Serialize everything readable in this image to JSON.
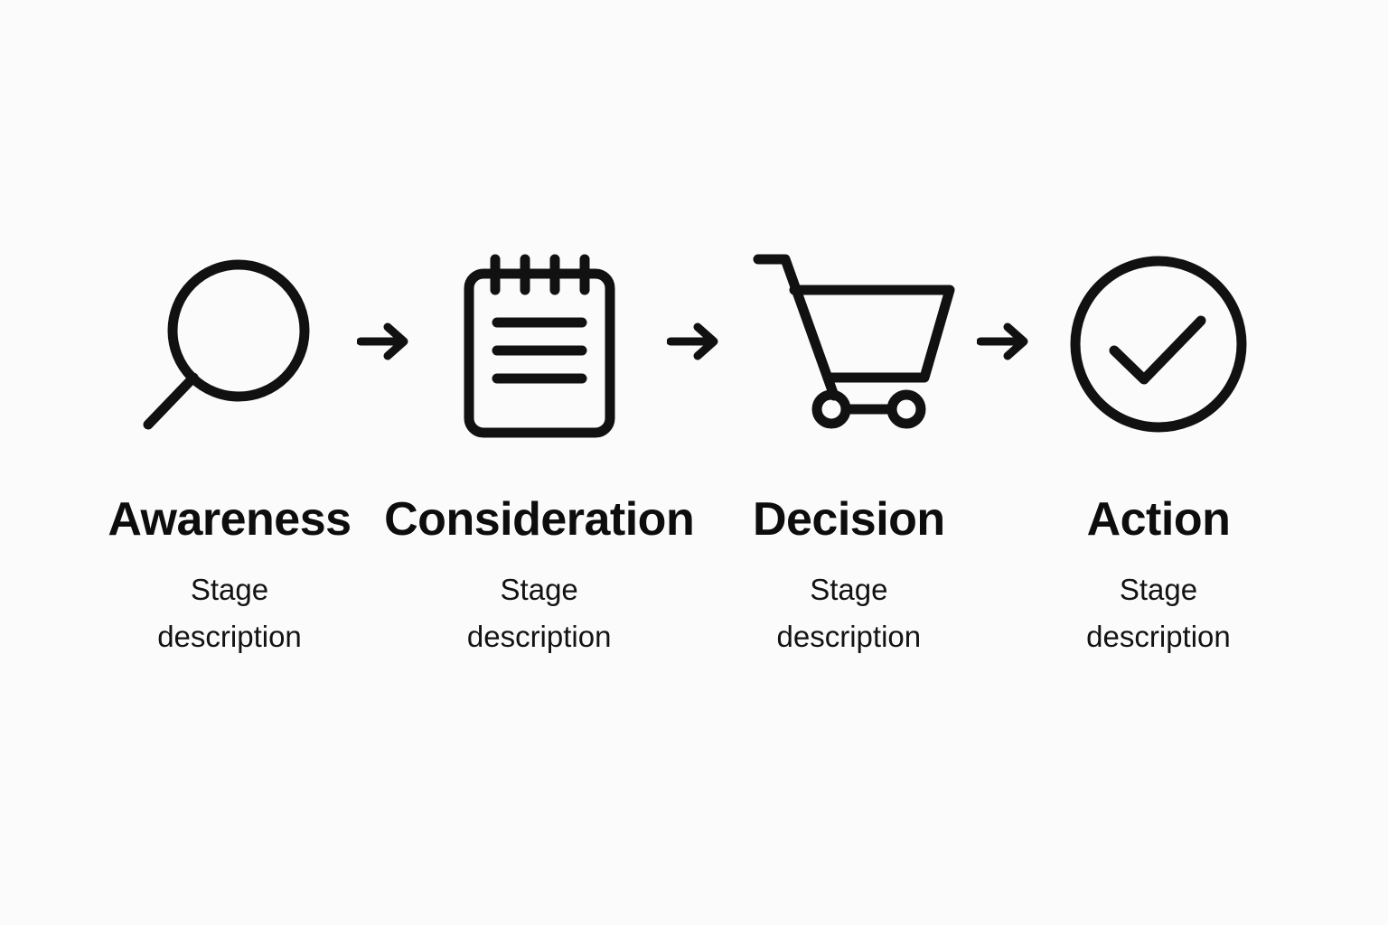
{
  "diagram": {
    "type": "horizontal-funnel-flow",
    "background_color": "#fbfbfb",
    "stroke_color": "#111111",
    "stage_count": 4,
    "stages": [
      {
        "icon": "magnifying-glass-icon",
        "title": "Awareness",
        "description": "Stage description"
      },
      {
        "icon": "notepad-icon",
        "title": "Consideration",
        "description": "Stage description"
      },
      {
        "icon": "shopping-cart-icon",
        "title": "Decision",
        "description": "Stage description"
      },
      {
        "icon": "check-circle-icon",
        "title": "Action",
        "description": "Stage description"
      }
    ],
    "connectors": [
      {
        "icon": "arrow-right-icon"
      },
      {
        "icon": "arrow-right-icon"
      },
      {
        "icon": "arrow-right-icon"
      }
    ]
  }
}
